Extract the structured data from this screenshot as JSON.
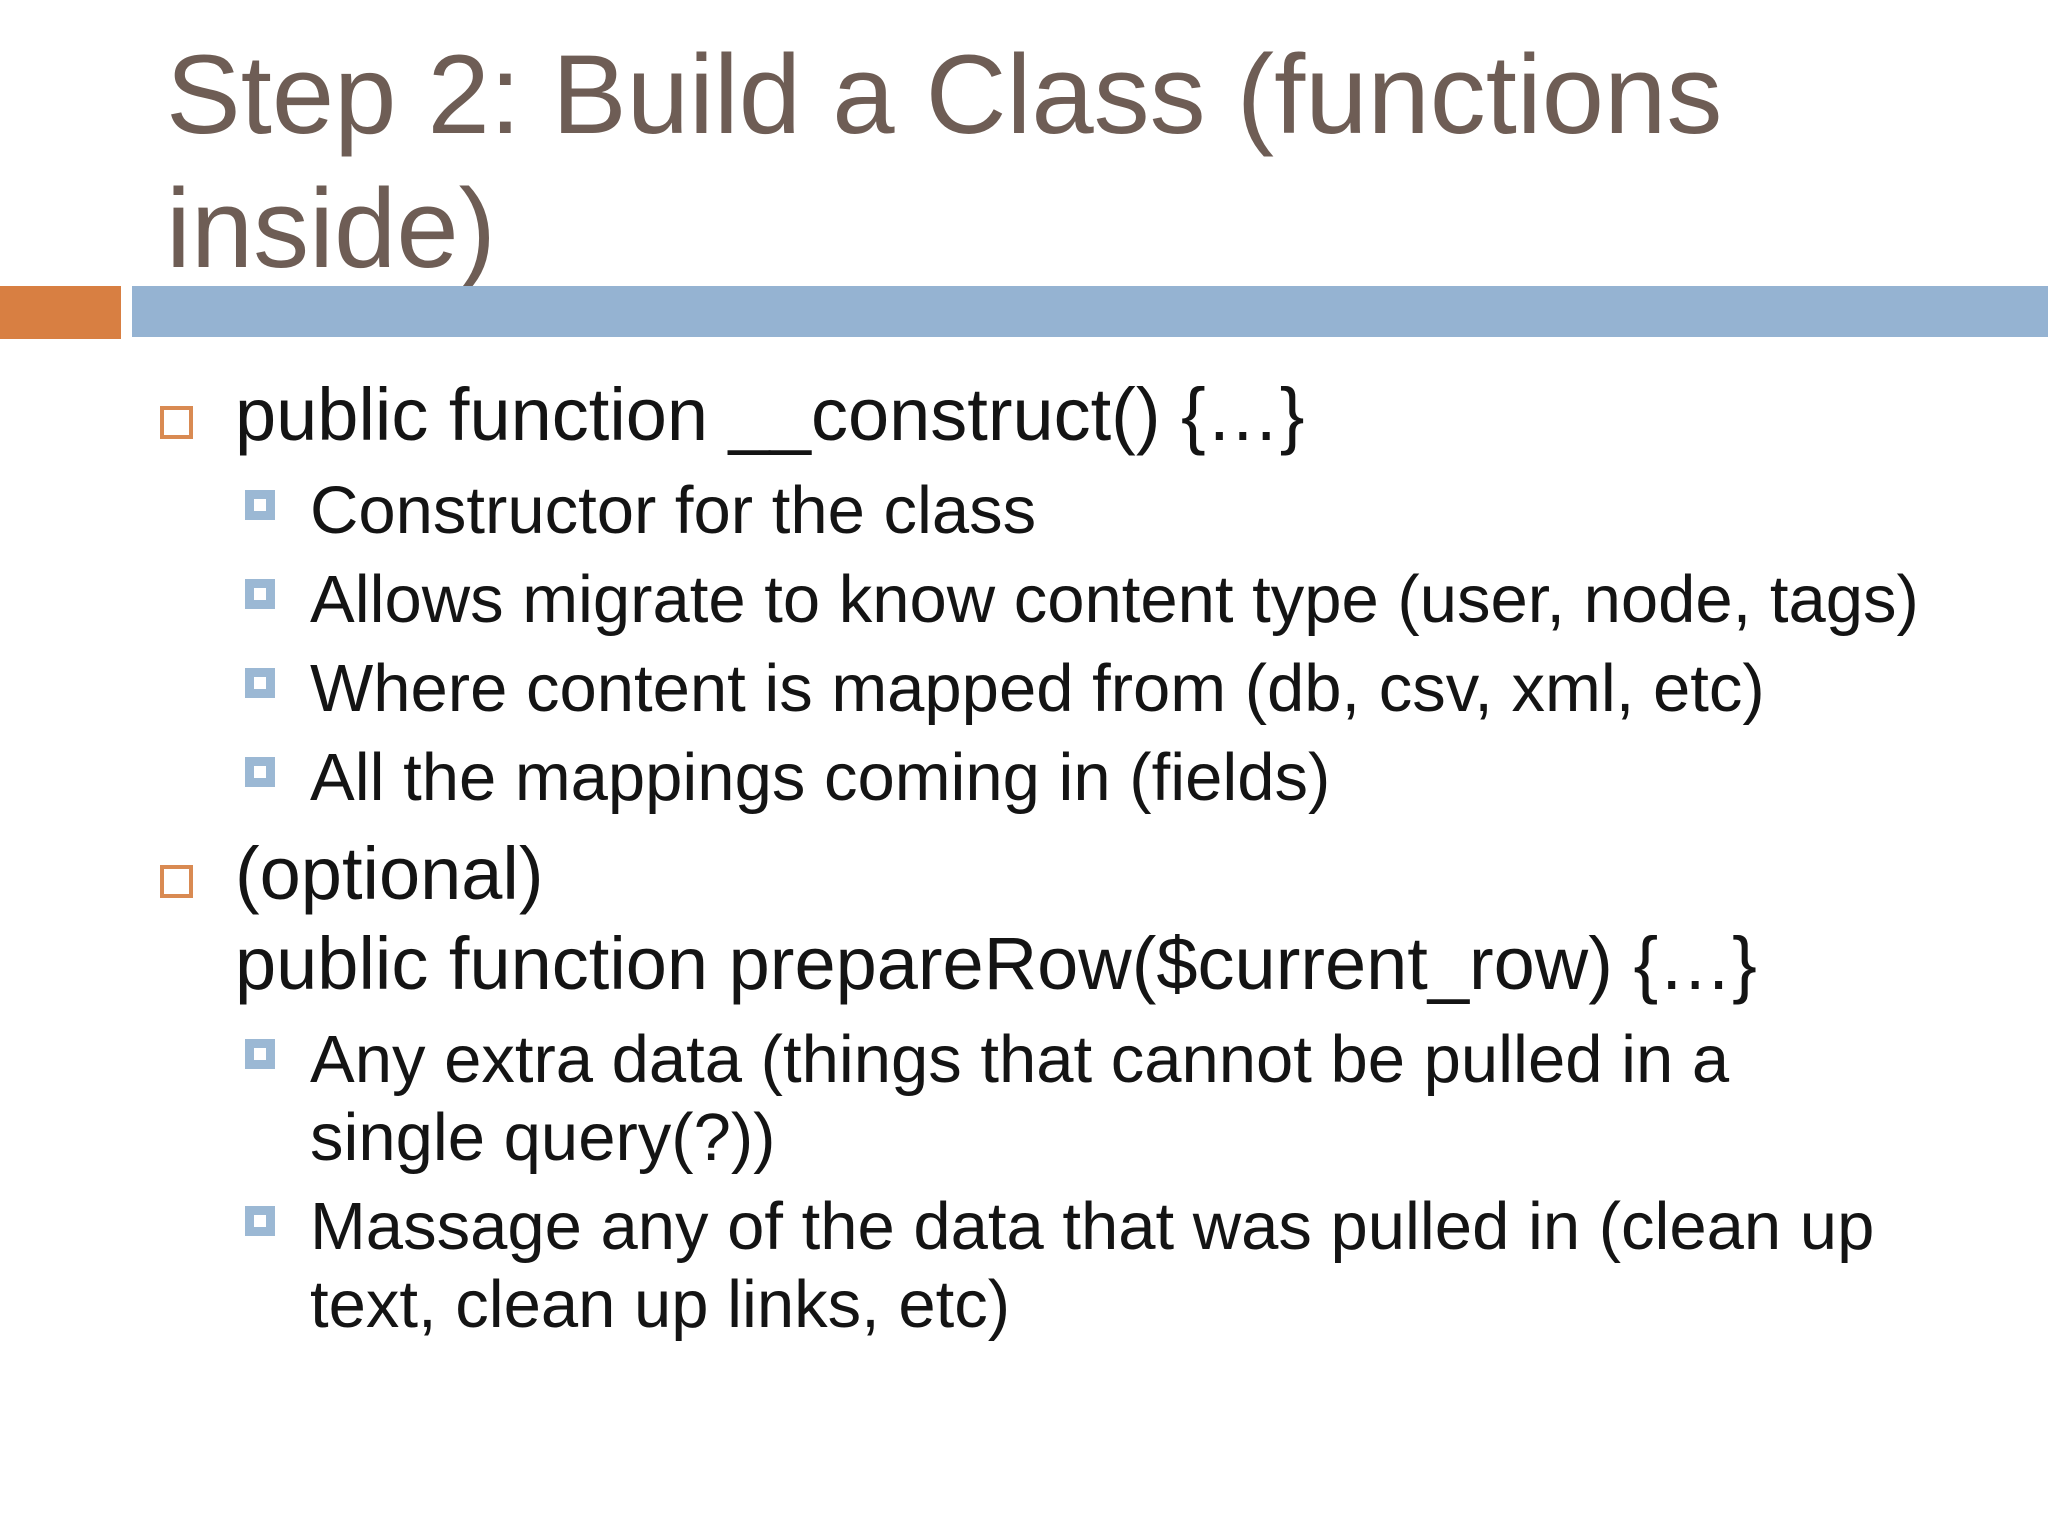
{
  "slide": {
    "title": "Step 2: Build a Class (functions\ninside)",
    "colors": {
      "title_text": "#6e5d55",
      "accent_orange": "#d87f42",
      "accent_blue": "#95b3d2",
      "bullet_level1_border": "#d98a52",
      "bullet_level2_fill": "#9bb8d4",
      "body_text": "#141414"
    },
    "bullets": [
      {
        "level": 1,
        "text": "public function __construct() {…}"
      },
      {
        "level": 2,
        "text": "Constructor for the class"
      },
      {
        "level": 2,
        "text": "Allows migrate to know content type (user, node, tags)"
      },
      {
        "level": 2,
        "text": "Where content is mapped from (db, csv, xml, etc)"
      },
      {
        "level": 2,
        "text": "All the mappings coming in (fields)"
      },
      {
        "level": 1,
        "text": "(optional)\npublic function prepareRow($current_row) {…}"
      },
      {
        "level": 2,
        "text": "Any extra data (things that cannot be pulled in a\nsingle query(?))"
      },
      {
        "level": 2,
        "text": "Massage any of the data that was pulled in (clean up\ntext, clean up links, etc)"
      }
    ]
  }
}
